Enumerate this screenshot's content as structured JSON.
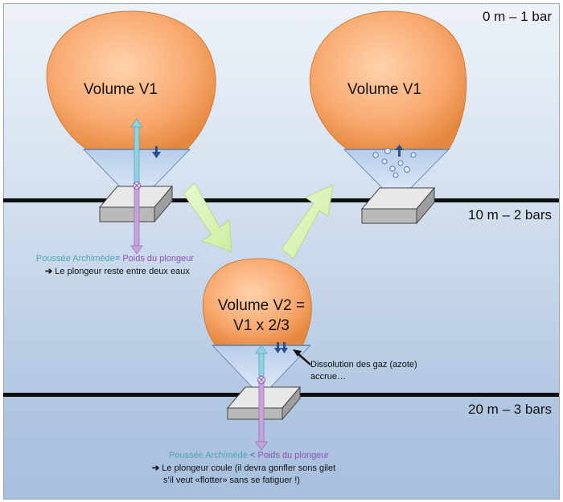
{
  "depths": [
    "0 m – 1 bar",
    "10 m – 2 bars",
    "20 m – 3 bars"
  ],
  "balloons": {
    "top_left": "Volume V1",
    "top_right": "Volume V1",
    "bottom": [
      "Volume V2 =",
      "V1 x 2/3"
    ]
  },
  "captions": {
    "upper": {
      "buoyancy": "Poussée Archimède",
      "operator": "=",
      "weight": "Poids du plongeur",
      "arrow": "➔",
      "result": "Le plongeur reste entre deux eaux"
    },
    "lower": {
      "buoyancy": "Poussée Archimède",
      "operator": "<",
      "weight": "Poids du plongeur",
      "arrow": "➔",
      "result_line1": "Le plongeur coule (il devra gonfler sons gilet",
      "result_line2": "s’il veut «flotter» sans se fatiguer !)"
    },
    "dissolution": [
      "Dissolution des gaz (azote)",
      "accrue…"
    ]
  },
  "colors": {
    "balloon_fill": "#f7a468",
    "water_fill": "#c6d8f0",
    "flow_arrow": "#d4f0a6",
    "buoyancy_arrow": "#8fd3e3",
    "weight_arrow": "#c6a3dc",
    "level_line": "#0d0d0d"
  }
}
